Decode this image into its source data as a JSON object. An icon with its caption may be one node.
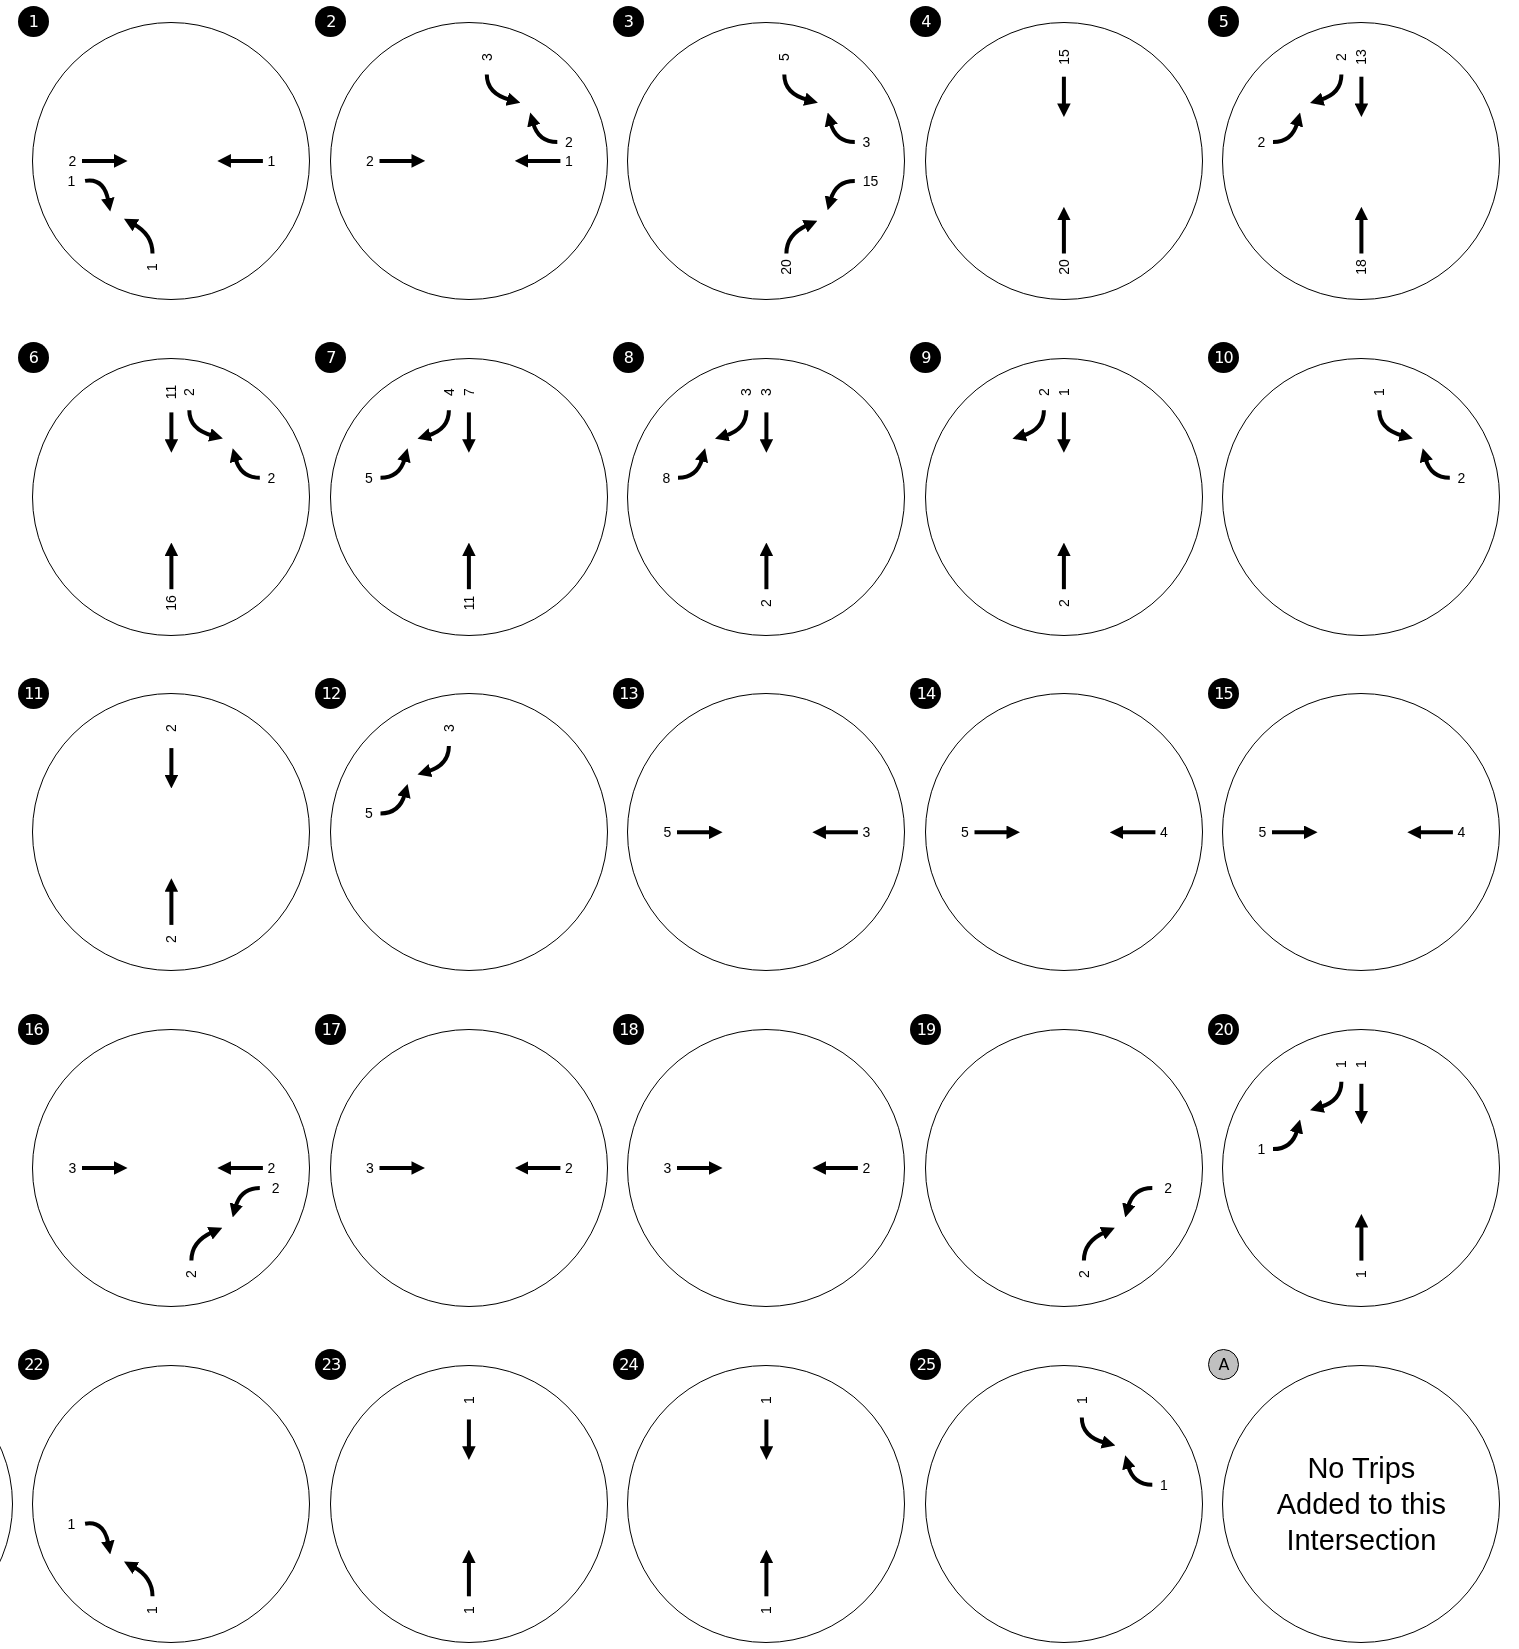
{
  "diagram": {
    "nodes": [
      {
        "text": [
          "1"
        ]
      },
      {
        "text": [],
        "shape": "circle"
      },
      {
        "text": [
          "2"
        ]
      },
      {
        "text": [],
        "shape": "circle"
      },
      {
        "text": [
          "3"
        ]
      },
      {
        "text": [],
        "shape": "circle"
      },
      {
        "text": [
          "4"
        ]
      },
      {
        "text": [],
        "shape": "circle"
      },
      {
        "text": [
          "5"
        ]
      },
      {
        "text": [],
        "shape": "circle"
      },
      {
        "text": [
          "6"
        ]
      },
      {
        "text": [],
        "shape": "circle"
      },
      {
        "text": [
          "7"
        ]
      },
      {
        "text": [],
        "shape": "circle"
      },
      {
        "text": [
          "8"
        ]
      },
      {
        "text": [],
        "shape": "circle"
      },
      {
        "text": [
          "9"
        ]
      },
      {
        "text": [],
        "shape": "circle"
      },
      {
        "text": [
          "10"
        ]
      },
      {
        "text": [],
        "shape": "circle"
      },
      {
        "text": [
          "11"
        ]
      },
      {
        "text": [],
        "shape": "circle"
      },
      {
        "text": [
          "12"
        ]
      },
      {
        "text": [],
        "shape": "circle"
      },
      {
        "text": [
          "13"
        ]
      },
      {
        "text": [],
        "shape": "circle"
      },
      {
        "text": [
          "14"
        ]
      },
      {
        "text": [],
        "shape": "circle"
      },
      {
        "text": [
          "15"
        ]
      },
      {
        "text": [],
        "shape": "circle"
      },
      {
        "text": [
          "16"
        ]
      },
      {
        "text": [],
        "shape": "circle"
      },
      {
        "text": [
          "17"
        ]
      },
      {
        "text": [],
        "shape": "circle"
      },
      {
        "text": [
          "18"
        ]
      },
      {
        "text": [],
        "shape": "circle"
      },
      {
        "text": [
          "19"
        ]
      },
      {
        "text": [],
        "shape": "circle"
      },
      {
        "text": [
          "20"
        ]
      },
      {
        "text": [],
        "shape": "circle"
      },
      {
        "text": [],
        "shape": "circle"
      },
      {
        "text": [
          "22"
        ]
      },
      {
        "text": [],
        "shape": "circle"
      },
      {
        "text": [
          "23"
        ]
      },
      {
        "text": [],
        "shape": "circle"
      },
      {
        "text": [
          "24"
        ]
      },
      {
        "text": [],
        "shape": "circle"
      },
      {
        "text": [
          "25"
        ]
      },
      {
        "text": [],
        "shape": "circle"
      },
      {
        "text": [
          "A"
        ]
      },
      {
        "text": [
          "No Trips Added to this Intersection"
        ]
      }
    ],
    "labels": [
      "2",
      "1",
      "1",
      "1",
      "3",
      "2",
      "2",
      "1",
      "5",
      "3",
      "15",
      "20",
      "15",
      "20",
      "2",
      "13",
      "2",
      "18",
      "11",
      "2",
      "2",
      "16",
      "4",
      "7",
      "5",
      "11",
      "3",
      "3",
      "8",
      "2",
      "2",
      "1",
      "2",
      "1",
      "2",
      "2",
      "2",
      "3",
      "5",
      "5",
      "3",
      "5",
      "4",
      "5",
      "4",
      "3",
      "2",
      "2",
      "2",
      "3",
      "2",
      "3",
      "2",
      "2",
      "2",
      "1",
      "1",
      "1",
      "1",
      "1",
      "1",
      "1",
      "1",
      "1",
      "1",
      "1",
      "1"
    ]
  }
}
